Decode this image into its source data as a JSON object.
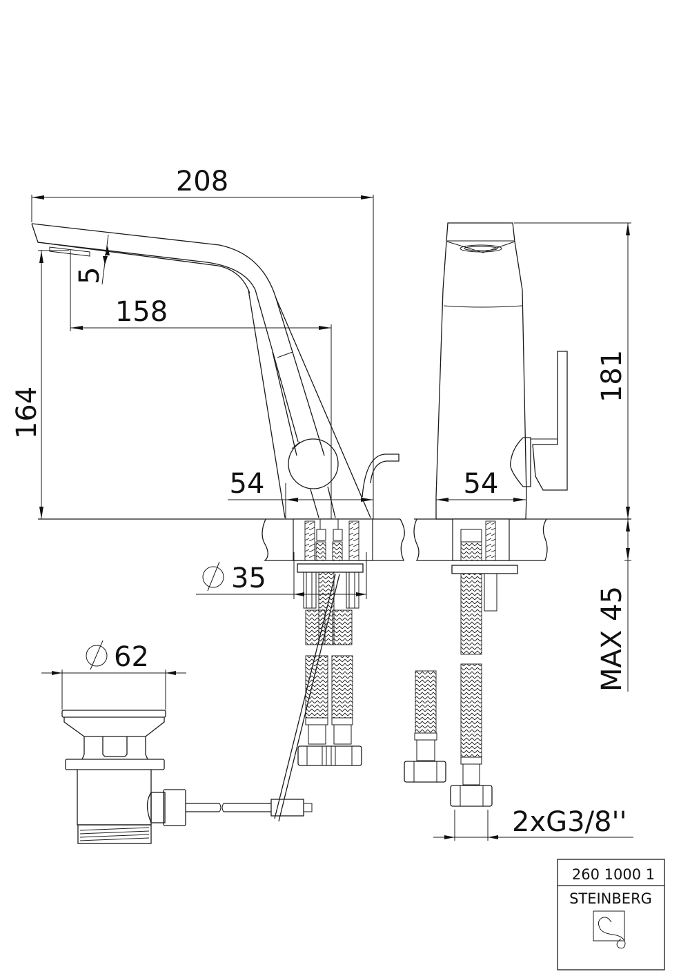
{
  "drawing": {
    "type": "technical dimension drawing",
    "subject": "single-lever basin mixer with pop-up waste",
    "units": "mm",
    "views": [
      "side-view",
      "front-view",
      "waste-fitting",
      "supply-hoses"
    ]
  },
  "dimensions": {
    "overall_width": "208",
    "aerator_offset": "5",
    "spout_reach": "158",
    "side_height": "164",
    "base_width_side": "54",
    "base_width_front": "54",
    "front_height": "181",
    "mounting_hole": "35",
    "mounting_hole_symbol": "∅",
    "waste_diameter": "62",
    "waste_diameter_symbol": "∅",
    "max_deck_thickness": "MAX 45",
    "connections": "2xG3/8''"
  },
  "title_block": {
    "article_number": "260 1000 1",
    "brand": "STEINBERG",
    "logo": "steinberg-logo-icon"
  },
  "colors": {
    "line": "#1a1a1a",
    "background": "#ffffff"
  }
}
